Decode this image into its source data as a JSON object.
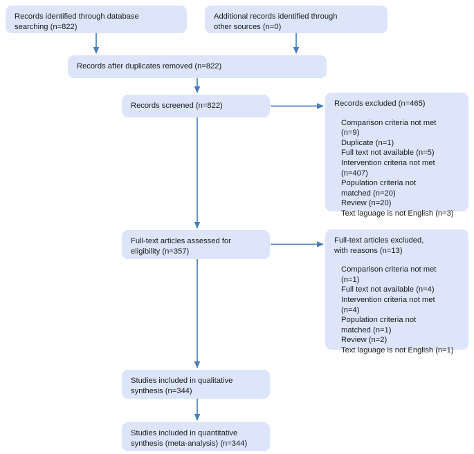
{
  "diagram": {
    "type": "prisma-flow-diagram",
    "colors": {
      "box_fill": "#dce5fa",
      "connector": "#4a7ebc",
      "text": "#1b1b1b",
      "background": "#ffffff"
    },
    "nodes": {
      "db_search": {
        "label": "Records identified through database\nsearching (n=822)"
      },
      "other_sources": {
        "label": "Additional records identified through\nother sources (n=0)"
      },
      "duplicates_removed": {
        "label": "Records after duplicates removed (n=822)"
      },
      "records_screened": {
        "label": "Records screened (n=822)"
      },
      "records_excluded": {
        "label": "Records excluded (n=465)",
        "reasons": [
          "Comparison criteria not met\n(n=9)",
          "Duplicate (n=1)",
          "Full text not available (n=5)",
          "Intervention criteria not met\n(n=407)",
          "Population criteria not\nmatched (n=20)",
          "Review (n=20)",
          "Text laguage is not English (n=3)"
        ]
      },
      "fulltext_assessed": {
        "label": "Full-text articles assessed for\neligibility (n=357)"
      },
      "fulltext_excluded": {
        "label": "Full-text articles excluded,\nwith reasons (n=13)",
        "reasons": [
          "Comparison criteria not met\n(n=1)",
          "Full text not available (n=4)",
          "Intervention criteria not met\n(n=4)",
          "Population criteria not\nmatched (n=1)",
          "Review (n=2)",
          "Text laguage is not English (n=1)"
        ]
      },
      "qualitative_synthesis": {
        "label": "Studies included in qualitative\nsynthesis (n=344)"
      },
      "quantitative_synthesis": {
        "label": "Studies included in quantitative\nsynthesis (meta-analysis) (n=344)"
      }
    }
  }
}
